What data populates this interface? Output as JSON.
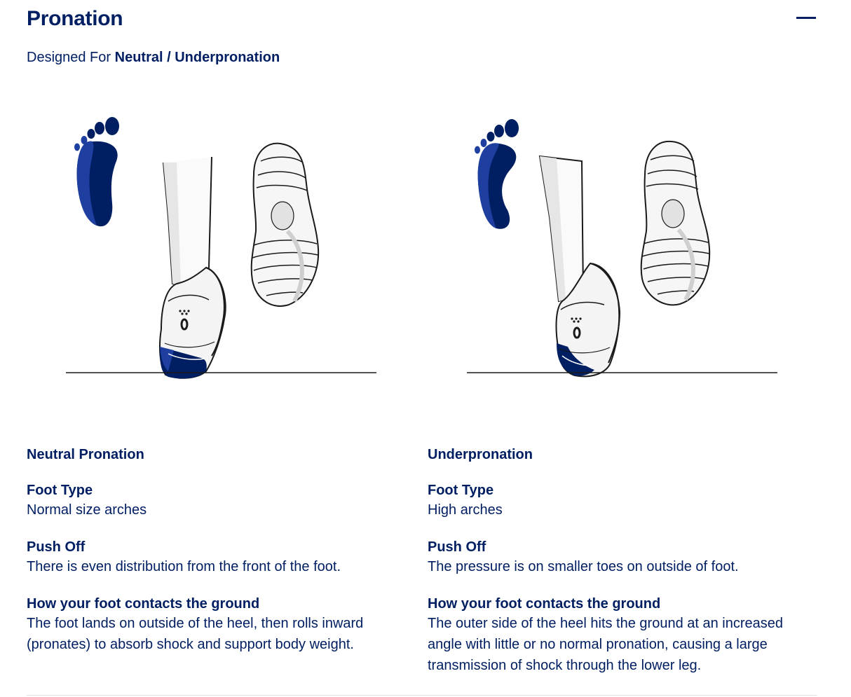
{
  "section": {
    "title": "Pronation",
    "designed_for_prefix": "Designed For",
    "designed_for_value": "Neutral / Underpronation"
  },
  "columns": [
    {
      "heading": "Neutral Pronation",
      "foot_type_label": "Foot Type",
      "foot_type_text": "Normal size arches",
      "push_off_label": "Push Off",
      "push_off_text": "There is even distribution from the front of the foot.",
      "contact_label": "How your foot contacts the ground",
      "contact_text": "The foot lands on outside of the heel, then rolls inward (pronates) to absorb shock and support body weight."
    },
    {
      "heading": "Underpronation",
      "foot_type_label": "Foot Type",
      "foot_type_text": "High arches",
      "push_off_label": "Push Off",
      "push_off_text": "The pressure is on smaller toes on outside of foot.",
      "contact_label": "How your foot contacts the ground",
      "contact_text": "The outer side of the heel hits the ground at an increased angle with little or no normal pronation, causing a large transmission of shock through the lower leg."
    }
  ],
  "colors": {
    "navy": "#001e62",
    "royal_blue": "#1e3fa0",
    "line": "#1a1a1a",
    "light_gray": "#e6e6e6"
  },
  "icons": {
    "collapse": "minus-icon",
    "footprint": "footprint-icon",
    "shoe_heel": "shoe-heel-icon",
    "outsole": "shoe-sole-icon"
  }
}
